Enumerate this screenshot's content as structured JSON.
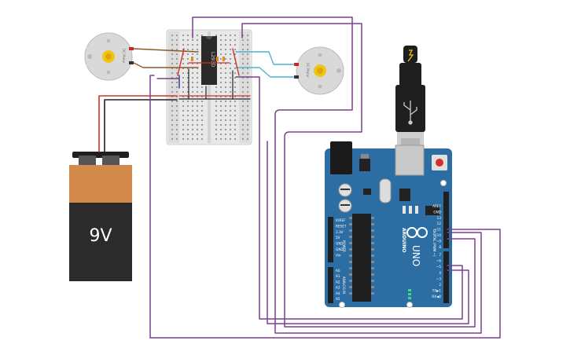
{
  "battery": {
    "label": "9V"
  },
  "chip": {
    "label": "L293D"
  },
  "motor_left": {
    "label": "DC Motor"
  },
  "motor_right": {
    "label": "DC Motor"
  },
  "arduino": {
    "logo_text": "ARDUINO",
    "model": "UNO",
    "power_header_label": "POWER",
    "analog_header_label": "ANALOG IN",
    "digital_header_label": "DIGITAL (PWM ~)",
    "power_pins": [
      "IOREF",
      "RESET",
      "3.3V",
      "5V",
      "GND",
      "GND",
      "Vin"
    ],
    "analog_pins": [
      "A0",
      "A1",
      "A2",
      "A3",
      "A4",
      "A5"
    ],
    "digital_pins_top": [
      "AREF",
      "GND",
      "13",
      "12",
      "~11",
      "~10",
      "~9",
      "8"
    ],
    "digital_pins_bottom": [
      "7",
      "~6",
      "~5",
      "4",
      "~3",
      "2",
      "TX▶1",
      "RX◀0"
    ]
  },
  "colors": {
    "wire_purple": "#7b3f91",
    "wire_red": "#d32f2f",
    "wire_black": "#222222",
    "wire_teal": "#4fb3c8",
    "wire_brown": "#8b5a2b",
    "board_blue": "#2c6da3",
    "battery_orange": "#d38a4a",
    "battery_body": "#2b2b2b"
  }
}
